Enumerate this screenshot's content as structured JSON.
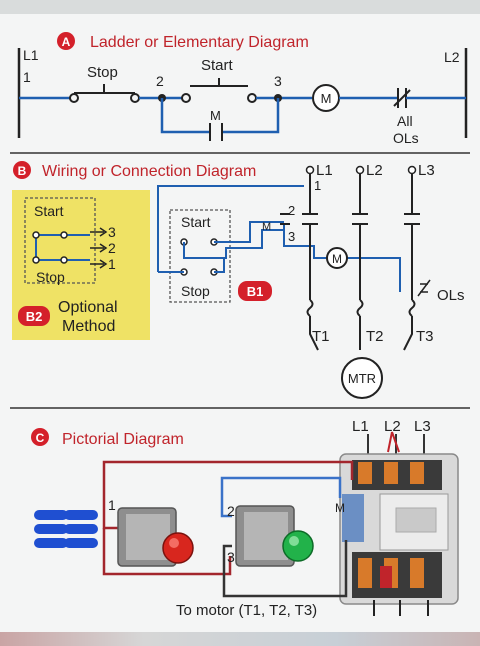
{
  "sectionA": {
    "badge": "A",
    "title": "Ladder or Elementary Diagram",
    "l1": "L1",
    "one": "1",
    "l2": "L2",
    "stop": "Stop",
    "start": "Start",
    "two": "2",
    "three": "3",
    "motor": "M",
    "m_contact": "M",
    "all": "All",
    "ols": "OLs"
  },
  "sectionB": {
    "badge": "B",
    "title": "Wiring or Connection Diagram",
    "l1": "L1",
    "l2": "L2",
    "l3": "L3",
    "one": "1",
    "two": "2",
    "three": "3",
    "m_aux": "M",
    "start": "Start",
    "stop": "Stop",
    "b1": "B1",
    "motor": "M",
    "ols": "OLs",
    "t1": "T1",
    "t2": "T2",
    "t3": "T3",
    "mtr": "MTR",
    "b2": {
      "start": "Start",
      "stop": "Stop",
      "n3": "3",
      "n2": "2",
      "n1": "1",
      "badge": "B2",
      "optional": "Optional",
      "method": "Method"
    }
  },
  "sectionC": {
    "badge": "C",
    "title": "Pictorial Diagram",
    "l1": "L1",
    "l2": "L2",
    "l3": "L3",
    "one": "1",
    "two": "2",
    "three": "3",
    "m": "M",
    "to_motor": "To motor (T1, T2, T3)"
  },
  "colors": {
    "badge_red": "#d4202a",
    "wire_blue": "#1f5fb0",
    "wire_red": "#a3262d",
    "panel_yellow": "#efe265",
    "title_red": "#c0242b"
  }
}
